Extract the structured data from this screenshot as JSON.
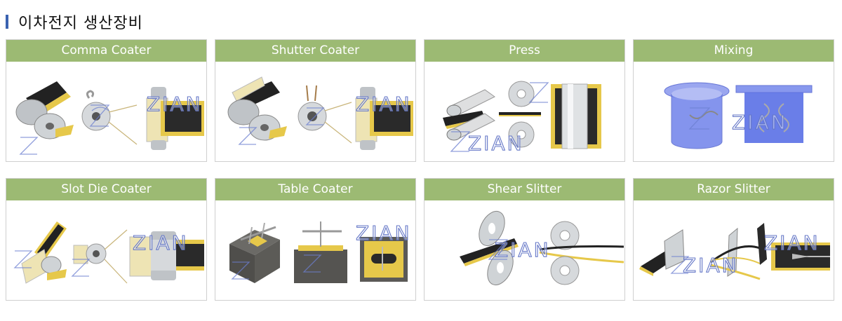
{
  "page": {
    "title": "이차전지  생산장비"
  },
  "watermark": "ZIAN",
  "colors": {
    "header_green": "#9cba73",
    "accent_blue": "#3a62b0",
    "coating_black": "#2a2a2a",
    "coating_yellow": "#e6c84a"
  },
  "cards": [
    {
      "title": "Comma Coater",
      "illustration": "comma-coater"
    },
    {
      "title": "Shutter Coater",
      "illustration": "shutter-coater"
    },
    {
      "title": "Press",
      "illustration": "press"
    },
    {
      "title": "Mixing",
      "illustration": "mixing"
    },
    {
      "title": "Slot Die Coater",
      "illustration": "slot-die-coater"
    },
    {
      "title": "Table Coater",
      "illustration": "table-coater"
    },
    {
      "title": "Shear Slitter",
      "illustration": "shear-slitter"
    },
    {
      "title": "Razor Slitter",
      "illustration": "razor-slitter"
    }
  ]
}
